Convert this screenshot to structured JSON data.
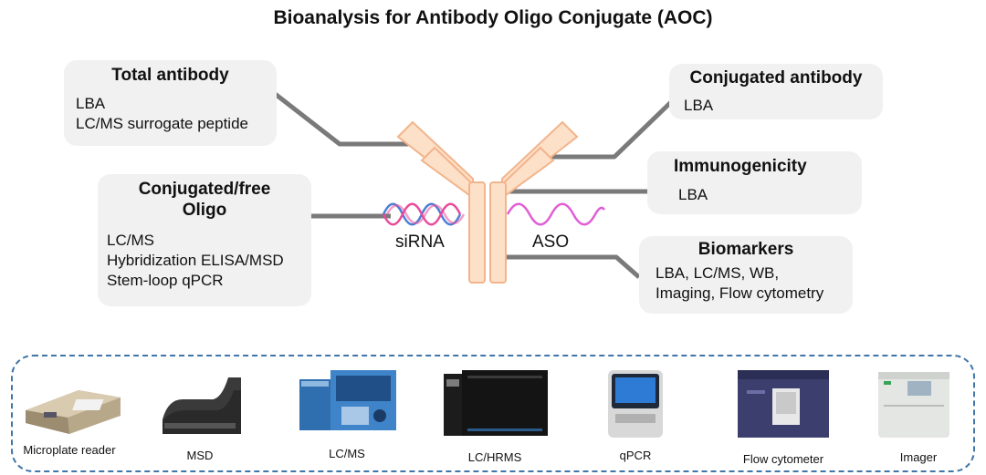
{
  "title": "Bioanalysis for Antibody Oligo Conjugate (AOC)",
  "boxes": {
    "total_antibody": {
      "title": "Total antibody",
      "lines": [
        "LBA",
        "LC/MS surrogate peptide"
      ]
    },
    "conjugated_free_oligo": {
      "title_line1": "Conjugated/free",
      "title_line2": "Oligo",
      "lines": [
        "LC/MS",
        "Hybridization ELISA/MSD",
        "Stem-loop qPCR"
      ]
    },
    "conjugated_antibody": {
      "title": "Conjugated antibody",
      "lines": [
        "LBA"
      ]
    },
    "immunogenicity": {
      "title": "Immunogenicity",
      "lines": [
        "LBA"
      ]
    },
    "biomarkers": {
      "title": "Biomarkers",
      "lines": [
        "LBA, LC/MS, WB,",
        "Imaging, Flow cytometry"
      ]
    }
  },
  "labels": {
    "sirna": "siRNA",
    "aso": "ASO"
  },
  "instruments": [
    {
      "label": "Microplate reader"
    },
    {
      "label": "MSD"
    },
    {
      "label": "LC/MS"
    },
    {
      "label": "LC/HRMS"
    },
    {
      "label": "qPCR"
    },
    {
      "label": "Flow cytometer"
    },
    {
      "label": "Imager"
    }
  ],
  "colors": {
    "antibody_fill": "#fde0c8",
    "antibody_stroke": "#f2b48c",
    "connector": "#7a7a7a",
    "sirna_blue": "#4a7fd6",
    "sirna_pink": "#e94a9a",
    "aso_magenta": "#e05fd6",
    "dashed_border": "#3f75a8"
  }
}
